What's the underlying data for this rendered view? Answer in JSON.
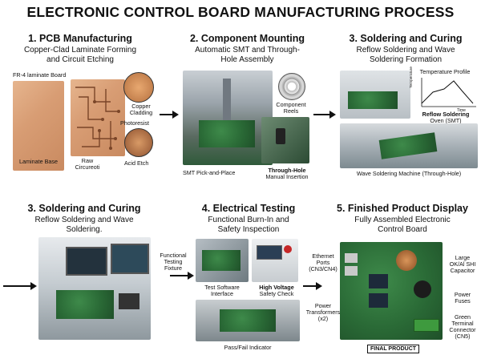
{
  "title": "ELECTRONIC CONTROL BOARD MANUFACTURING PROCESS",
  "steps": [
    {
      "title": "1. PCB Manufacturing",
      "desc_line1": "Copper-Clad Laminate Forming",
      "desc_line2": "and Circuit Etching",
      "labels": {
        "fr4": "FR-4 laminate Board",
        "laminate_base": "Laminate Base",
        "raw_circuit_1": "Raw",
        "raw_circuit_2": "Circureoti",
        "copper_1": "Copper",
        "copper_2": "Cladding",
        "photoresist": "Photoresist",
        "acid_etch": "Acid Etch"
      }
    },
    {
      "title": "2. Component Mounting",
      "desc_line1": "Automatic SMT and Through-",
      "desc_line2": "Hole Assembly",
      "labels": {
        "reels_1": "Component",
        "reels_2": "Reels",
        "smt": "SMT Pick-and-Place",
        "th_1": "Through-Hole",
        "th_2": "Manual Insertion"
      }
    },
    {
      "title": "3. Soldering and Curing",
      "desc_line1": "Reflow Soldering and Wave",
      "desc_line2": "Soldering Formation",
      "labels": {
        "temp_profile": "Temperature Profile",
        "temp_axis": "Temperature",
        "time_axis": "Time",
        "oven_1": "Reflow Soldering",
        "oven_2": "Oven (SMT)",
        "wave": "Wave Soldering Machine (Through-Hole)"
      }
    },
    {
      "title": "3. Soldering and Curing",
      "desc_line1": "Reflow Soldering and Wave",
      "desc_line2": "Soldering."
    },
    {
      "title": "4. Electrical Testing",
      "desc_line1": "Functional Burn-In and",
      "desc_line2": "Safety Inspection",
      "labels": {
        "fixture_1": "Functional",
        "fixture_2": "Testing",
        "fixture_3": "Fixture",
        "software_1": "Test Software",
        "software_2": "Interface",
        "hv_1": "High Voltage",
        "hv_2": "Safety Check",
        "passfail": "Pass/Fail Indicator"
      }
    },
    {
      "title": "5. Finished Product Display",
      "desc_line1": "Fully Assembled Electronic",
      "desc_line2": "Control Board",
      "labels": {
        "eth_1": "Ethernet",
        "eth_2": "Ports",
        "eth_3": "(CN3/CN4)",
        "cap_1": "Large",
        "cap_2": "OK/Al SHI",
        "cap_3": "Capacitor",
        "trans_1": "Power",
        "trans_2": "Transformers",
        "trans_3": "(x2)",
        "fuses_1": "Power",
        "fuses_2": "Fuses",
        "green_1": "Green",
        "green_2": "Terminal",
        "green_3": "Connector",
        "green_4": "(CN5)",
        "final": "FINAL PRODUCT"
      }
    }
  ],
  "icons": [
    "arrow-right-icon",
    "zoom-circle-icon",
    "line-chart-icon"
  ]
}
